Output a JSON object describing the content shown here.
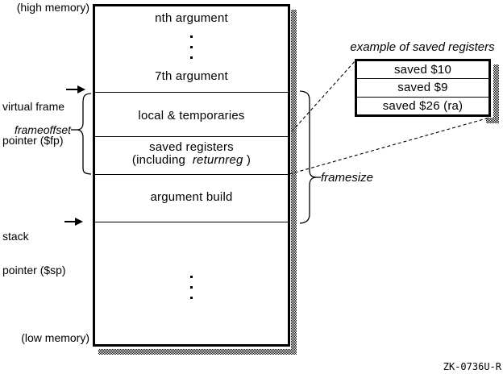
{
  "figure": {
    "id": "ZK-0736U-R"
  },
  "memory_labels": {
    "high": "(high memory)",
    "low": "(low memory)"
  },
  "pointers": {
    "frame": {
      "line1": "virtual frame",
      "line2": "pointer ($fp)"
    },
    "stack": {
      "line1": "stack",
      "line2": "pointer ($sp)"
    }
  },
  "braces": {
    "frameoffset": "frameoffset",
    "framesize": "framesize"
  },
  "stack_sections": {
    "nth_argument": "nth argument",
    "seventh_argument": "7th argument",
    "local_temporaries": "local & temporaries",
    "saved_registers": "saved registers",
    "saved_registers_detail_prefix": "(including",
    "saved_registers_detail_italic": "returnreg",
    "saved_registers_detail_suffix": ")",
    "argument_build": "argument build"
  },
  "example_table": {
    "title": "example of saved registers",
    "rows": [
      "saved $10",
      "saved $9",
      "saved $26 (ra)"
    ]
  },
  "colors": {
    "ink": "#000000",
    "background": "#ffffff"
  }
}
